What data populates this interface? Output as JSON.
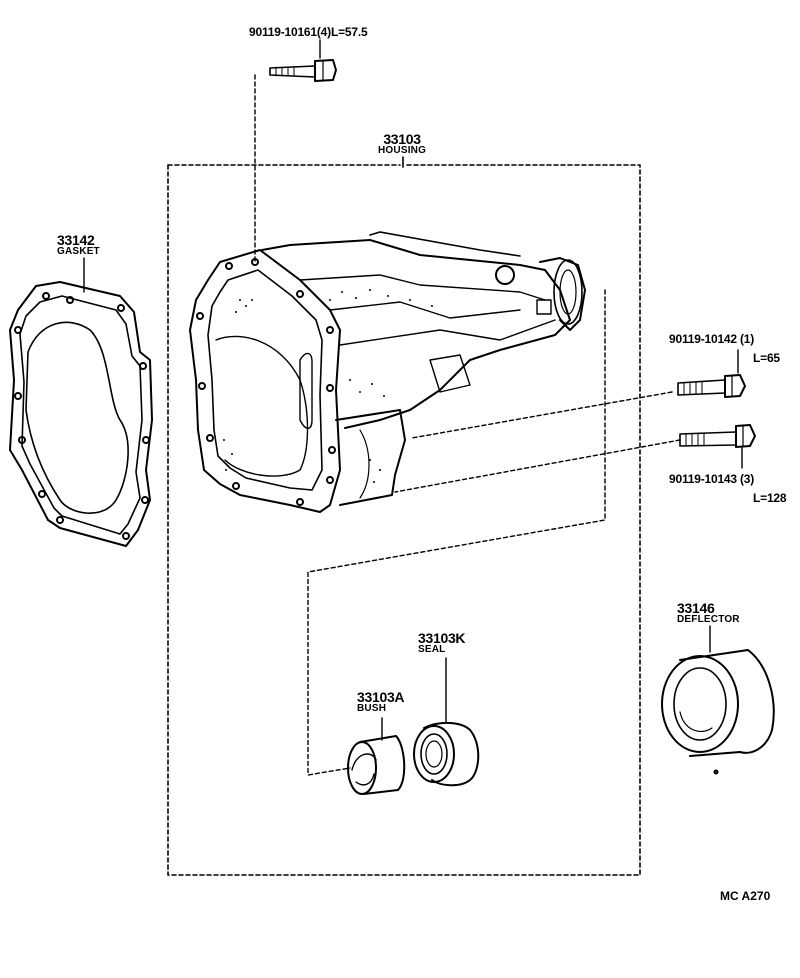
{
  "bolts": {
    "top": {
      "part_no": "90119-10161(4)",
      "length": "L=57.5"
    },
    "right_1": {
      "part_no": "90119-10142 (1)",
      "length": "L=65"
    },
    "right_2": {
      "part_no": "90119-10143 (3)",
      "length": "L=128"
    }
  },
  "parts": {
    "housing": {
      "number": "33103",
      "name": "HOUSING"
    },
    "gasket": {
      "number": "33142",
      "name": "GASKET"
    },
    "seal": {
      "number": "33103K",
      "name": "SEAL"
    },
    "bush": {
      "number": "33103A",
      "name": "BUSH"
    },
    "deflector": {
      "number": "33146",
      "name": "DEFLECTOR"
    }
  },
  "figure_code": "MC A270"
}
